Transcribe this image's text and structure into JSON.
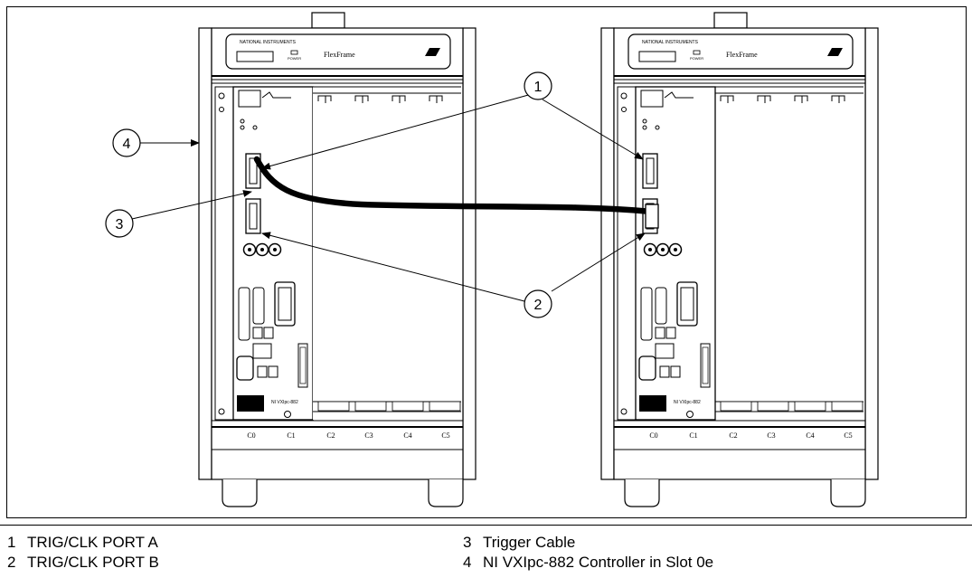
{
  "chassis": [
    {
      "brand": "NATIONAL INSTRUMENTS",
      "model": "FlexFrame",
      "power_label": "POWER",
      "slot_labels": [
        "C0",
        "C1",
        "C2",
        "C3",
        "C4",
        "C5"
      ],
      "controller_label": "NI VXIpc-882"
    },
    {
      "brand": "NATIONAL INSTRUMENTS",
      "model": "FlexFrame",
      "power_label": "POWER",
      "slot_labels": [
        "C0",
        "C1",
        "C2",
        "C3",
        "C4",
        "C5"
      ],
      "controller_label": "NI VXIpc-882"
    }
  ],
  "callouts": [
    "1",
    "2",
    "3",
    "4"
  ],
  "legend": [
    {
      "num": "1",
      "text": "TRIG/CLK PORT A"
    },
    {
      "num": "2",
      "text": "TRIG/CLK PORT B"
    },
    {
      "num": "3",
      "text": "Trigger Cable"
    },
    {
      "num": "4",
      "text": "NI VXIpc-882 Controller in Slot 0e"
    }
  ]
}
